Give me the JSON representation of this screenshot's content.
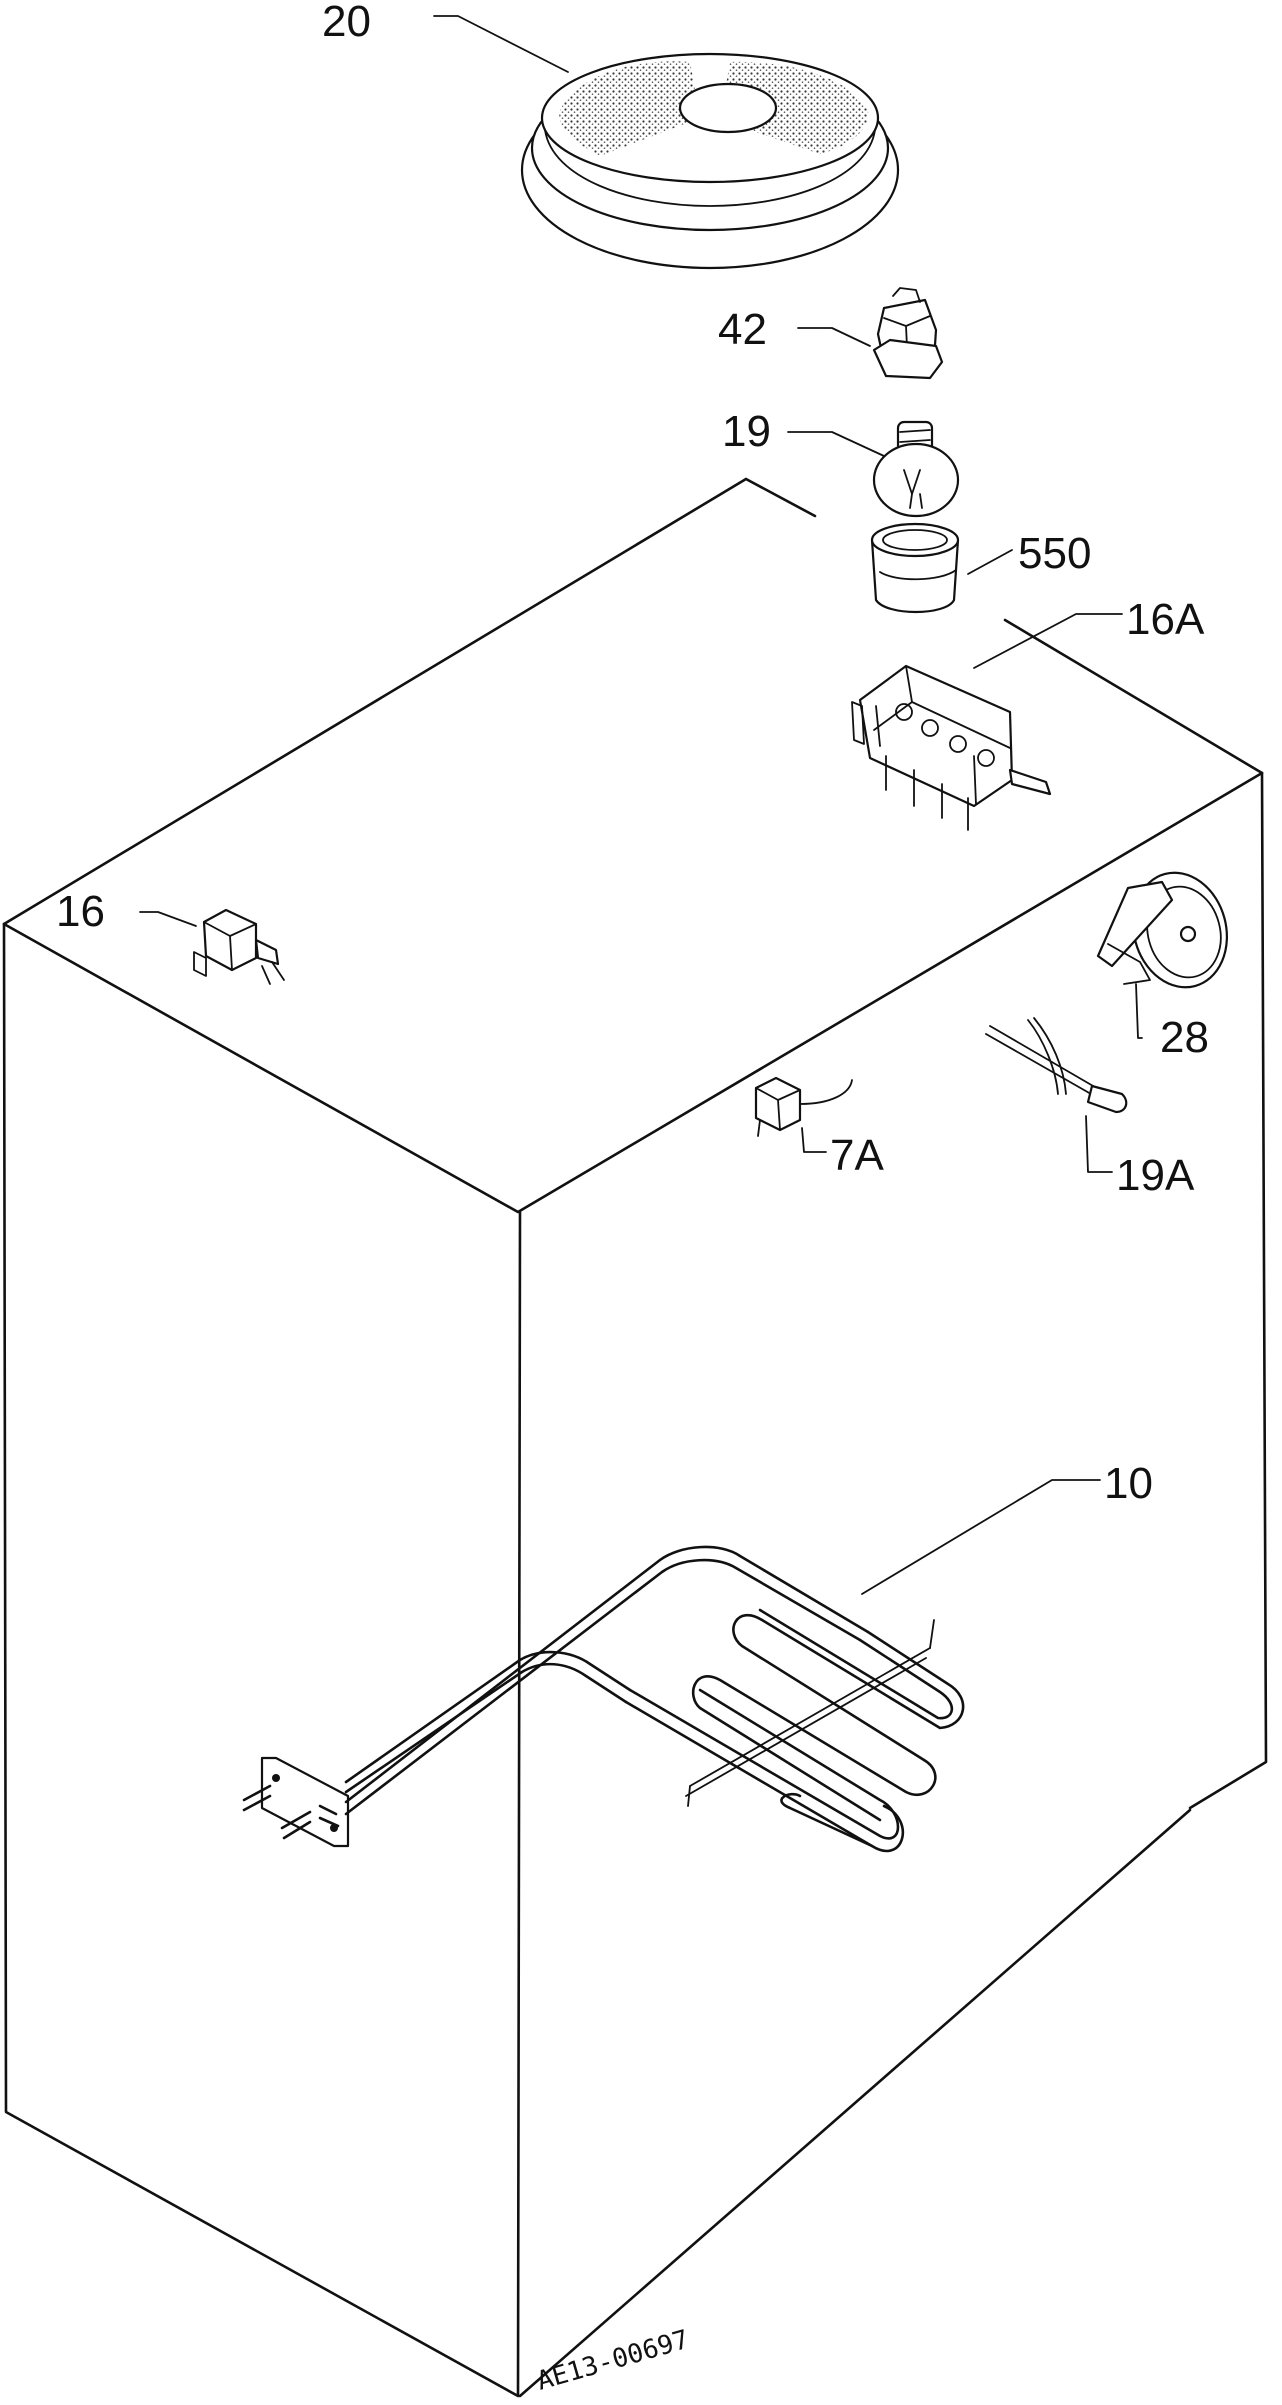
{
  "drawing_code": "AE13-00697",
  "callouts": [
    {
      "id": "20",
      "label": "20"
    },
    {
      "id": "42",
      "label": "42"
    },
    {
      "id": "19",
      "label": "19"
    },
    {
      "id": "550",
      "label": "550"
    },
    {
      "id": "16A",
      "label": "16A"
    },
    {
      "id": "16",
      "label": "16"
    },
    {
      "id": "28",
      "label": "28"
    },
    {
      "id": "7A",
      "label": "7A"
    },
    {
      "id": "19A",
      "label": "19A"
    },
    {
      "id": "10",
      "label": "10"
    }
  ]
}
